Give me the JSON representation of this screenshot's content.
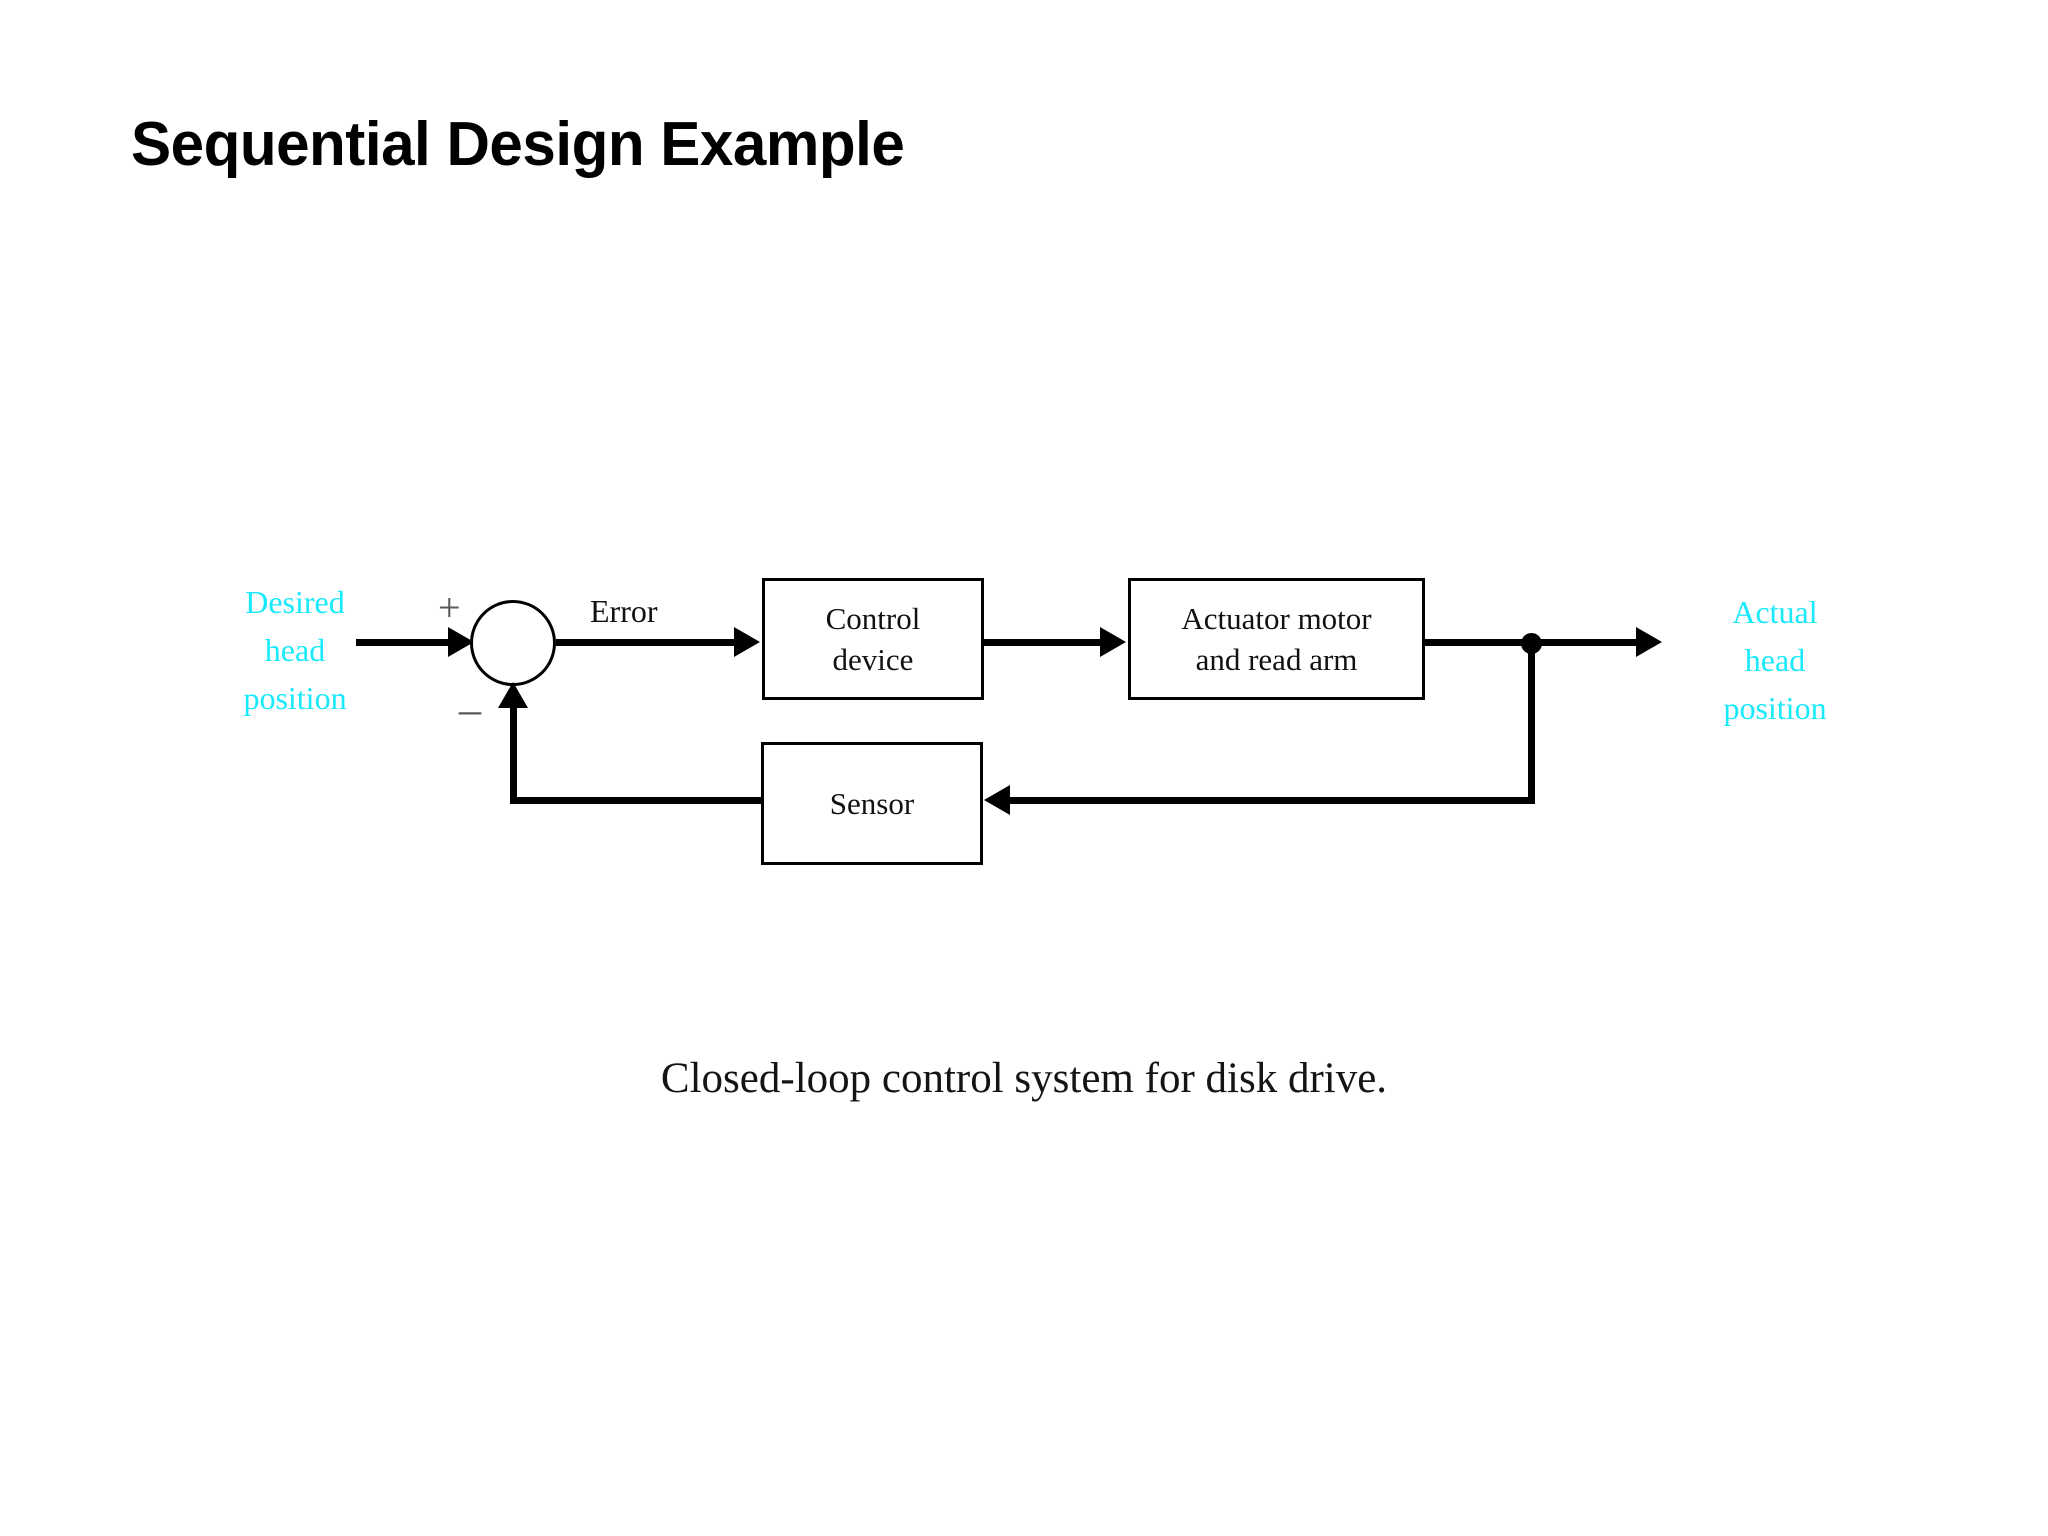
{
  "slide": {
    "title": "Sequential Design Example",
    "background_color": "#ffffff"
  },
  "figure": {
    "caption": "Closed-loop control system for disk drive.",
    "accent_color": "#18e9fb",
    "line_color": "#000000",
    "inputs": [
      {
        "name": "desired-head-position",
        "label": "Desired\nhead\nposition",
        "line1": "Desired",
        "line2": "head",
        "line3": "position"
      }
    ],
    "outputs": [
      {
        "name": "actual-head-position",
        "label": "Actual\nhead\nposition",
        "line1": "Actual",
        "line2": "head",
        "line3": "position"
      }
    ],
    "summing_junction": {
      "name": "summing-junction",
      "plus_sign": "+",
      "minus_sign": "–"
    },
    "signals": [
      {
        "name": "error-signal",
        "label": "Error"
      }
    ],
    "blocks": [
      {
        "id": "control-device",
        "line1": "Control",
        "line2": "device"
      },
      {
        "id": "actuator-motor",
        "line1": "Actuator motor",
        "line2": "and read arm"
      },
      {
        "id": "sensor",
        "line1": "Sensor",
        "line2": ""
      }
    ]
  }
}
